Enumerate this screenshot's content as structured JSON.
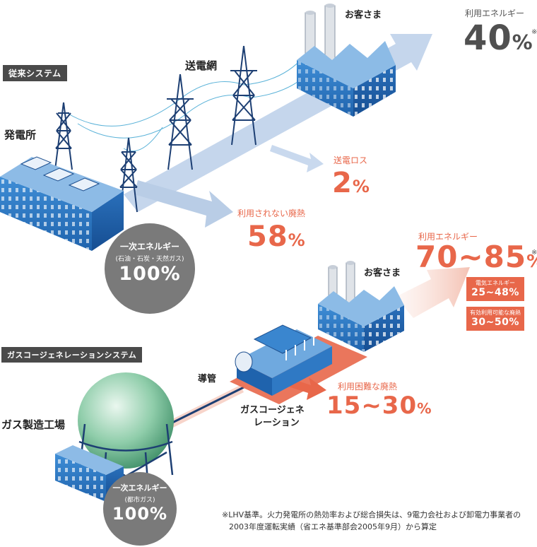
{
  "conventional": {
    "tag": "従来システム",
    "grid_label": "送電網",
    "plant_label": "発電所",
    "customer_label": "お客さま",
    "use_caption": "利用エネルギー",
    "use_value": "40",
    "use_unit": "%",
    "use_mark": "※",
    "loss_caption": "送電ロス",
    "loss_value": "2",
    "loss_unit": "%",
    "waste_caption": "利用されない廃熱",
    "waste_value": "58",
    "waste_unit": "%",
    "primary_title": "一次エネルギー",
    "primary_sub": "(石油・石炭・天然ガス)",
    "primary_value": "100%"
  },
  "cogeneration": {
    "tag": "ガスコージェネレーションシステム",
    "plant_label": "ガス製造工場",
    "pipe_label": "導管",
    "customer_label": "お客さま",
    "unit_label_1": "ガスコージェネ",
    "unit_label_2": "レーション",
    "use_caption": "利用エネルギー",
    "use_value": "70~85",
    "use_unit": "%",
    "use_mark": "※",
    "electric_caption": "電気エネルギー",
    "electric_value": "25~48%",
    "heat_caption": "有効利用可能な廃熱",
    "heat_value": "30~50%",
    "waste_caption": "利用困難な廃熱",
    "waste_value": "15~30",
    "waste_unit": "%",
    "primary_title": "一次エネルギー",
    "primary_sub": "(都市ガス)",
    "primary_value": "100%"
  },
  "footnote": {
    "line1": "※LHV基準。火力発電所の熱効率および総合損失は、9電力会社および卸電力事業者の",
    "line2": "2003年度運転実績（省エネ基準部会2005年9月）から算定"
  },
  "colors": {
    "accent_orange": "#e8674a",
    "flow_blue": "#b9cde6",
    "flow_pink": "#f6cfc4",
    "building_blue": "#2f79c4",
    "circle_gray": "#7a7a7a"
  }
}
